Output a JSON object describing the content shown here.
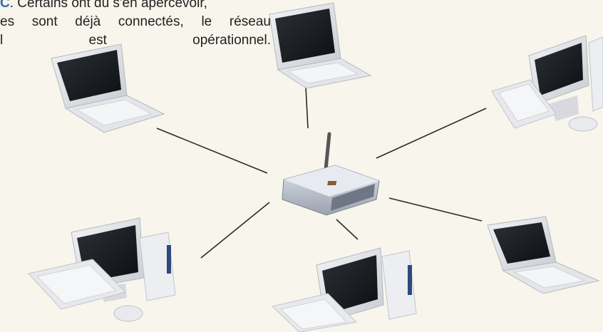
{
  "paragraph": {
    "line1_accent": "C",
    "line1_rest": ". Certains ont dû s'en apercevoir,",
    "line2": "es sont déjà connectés, le réseau",
    "line3": "l est opérationnel."
  },
  "colors": {
    "background": "#f7f5ec",
    "accent_text": "#2b6cb0",
    "link": "#2a2a2a",
    "device_body": "#e6e7ea",
    "screen": "#1a1d22"
  },
  "icons": {
    "center": "router-icon",
    "laptops": "laptop-icon",
    "desktops": "desktop-computer-icon"
  }
}
